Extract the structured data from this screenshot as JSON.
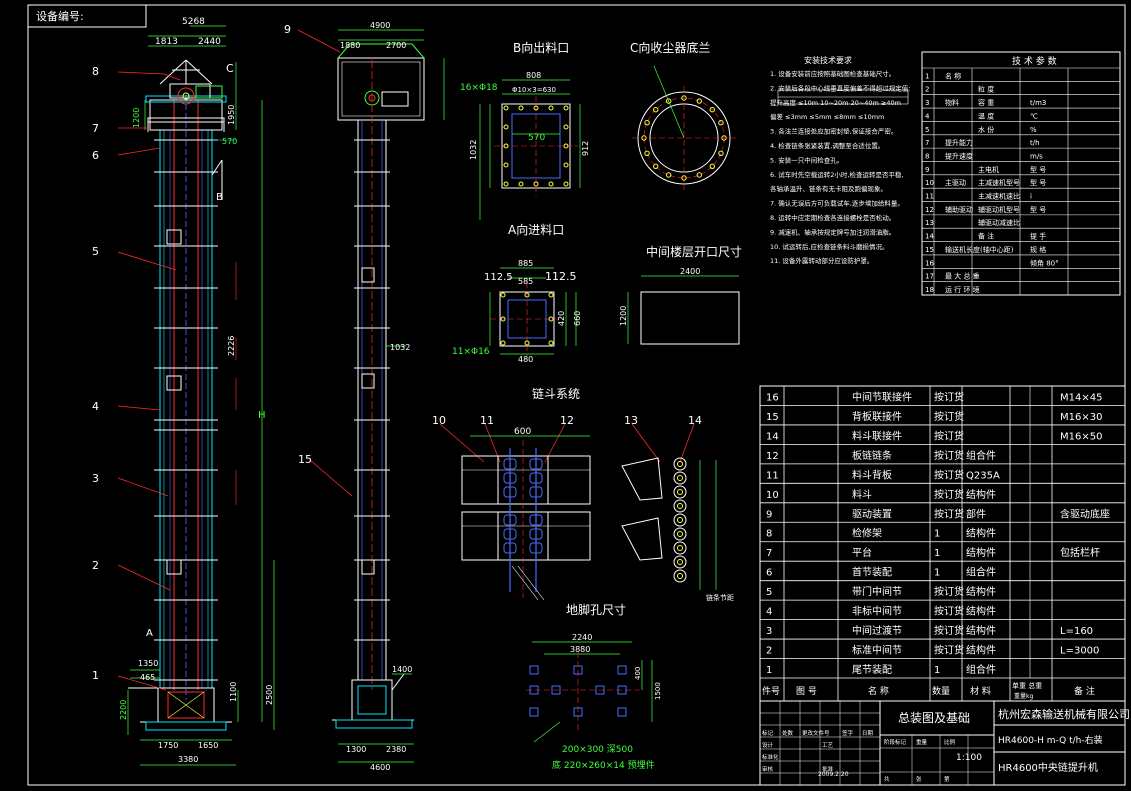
{
  "header": {
    "equipment_no_label": "设备编号:"
  },
  "views": {
    "b_outlet": "B向出料口",
    "c_flange": "C向收尘器底兰",
    "a_inlet": "A向进料口",
    "floor_opening": "中间楼层开口尺寸",
    "chain_bucket": "链斗系统",
    "anchor_holes": "地脚孔尺寸"
  },
  "part_markers": [
    "1",
    "2",
    "3",
    "4",
    "5",
    "6",
    "7",
    "8",
    "9",
    "10",
    "11",
    "12",
    "13",
    "14",
    "15"
  ],
  "view_letters": {
    "a": "A",
    "b": "B",
    "c": "C"
  },
  "dimensions": {
    "top_5268": "5268",
    "top_1813": "1813",
    "top_2440": "2440",
    "side_1200": "1200",
    "side_1950": "1950",
    "h_letter": "H",
    "n_570": "570",
    "n_1350": "1350",
    "n_465": "465",
    "n_2200": "2200",
    "n_1750": "1750",
    "n_1650": "1650",
    "n_3380": "3380",
    "n_2500": "2500",
    "n_1100": "1100",
    "r_4900": "4900",
    "r_1880": "1880",
    "r_2700": "2700",
    "r_1032": "1032",
    "r_1400": "1400",
    "r_1300": "1300",
    "r_2380": "2380",
    "r_4600": "4600",
    "r_2226": "2226",
    "b_16x18": "16×Φ18",
    "b_808": "808",
    "b_570": "570",
    "b_912": "912",
    "b_1032": "1032",
    "b_bolt": "Φ10×3=630",
    "a_885": "885",
    "a_585": "585",
    "a_112": "112.5",
    "a_11x16": "11×Φ16",
    "a_660": "660",
    "a_420": "420",
    "a_480": "480",
    "f_2400": "2400",
    "f_1200": "1200",
    "cb_600": "600",
    "ah_2240": "2240",
    "ah_3880": "3880",
    "ah_400": "400",
    "ah_1500": "1500",
    "ah_200": "200×300 深500",
    "ah_bolt": "底 220×260×14 预埋件",
    "s_pitch": "链条节距"
  },
  "notes": {
    "title": "安装技术要求",
    "lines": [
      "1. 设备安装前应按照基础图检查基础尺寸。",
      "2. 安装后各段中心线垂直度偏差不得超过规定值:",
      "   提升高度 ≤10m  10~20m  20~40m  ≥40m",
      "   偏差   ≤3mm  ≤5mm   ≤8mm   ≤10mm",
      "3. 各法兰连接处应加密封垫,保证接合严密。",
      "4. 检查链条张紧装置,调整至合适位置。",
      "5. 安装一只中间检查孔。",
      "6. 试车时先空载运转2小时,检查运转是否平稳,",
      "   各轴承温升、链条有无卡阻及跑偏现象。",
      "7. 确认无误后方可负载试车,逐步增加给料量。",
      "8. 运转中应定期检查各连接螺栓是否松动。",
      "9. 减速机、轴承按规定牌号加注润滑油脂。",
      "10. 试运转后,应检查链条料斗磨损情况。",
      "11. 设备外露转动部分应设防护罩。"
    ]
  },
  "tech_params": {
    "title": "技 术 参 数",
    "rows": [
      [
        "1",
        "名 称",
        "",
        ""
      ],
      [
        "2",
        "",
        "粒 度",
        ""
      ],
      [
        "3",
        "物料",
        "容 重",
        "t/m3"
      ],
      [
        "4",
        "",
        "温 度",
        "℃"
      ],
      [
        "5",
        "",
        "水 份",
        "%"
      ],
      [
        "7",
        "提升能力",
        "",
        "t/h"
      ],
      [
        "8",
        "提升速度",
        "",
        "m/s"
      ],
      [
        "9",
        "",
        "主电机",
        "型 号"
      ],
      [
        "10",
        "主驱动",
        "主减速机型号",
        "型 号"
      ],
      [
        "11",
        "",
        "主减速机速比",
        "i"
      ],
      [
        "12",
        "辅助驱动",
        "辅驱动机型号",
        "型 号"
      ],
      [
        "13",
        "",
        "辅驱动减速比",
        ""
      ],
      [
        "14",
        "",
        "备 注",
        "提 手"
      ],
      [
        "15",
        "输送机长度(轴中心距)",
        "",
        "规 格"
      ],
      [
        "16",
        "",
        "",
        "倾角 80°"
      ],
      [
        "17",
        "最 大 总 重",
        ""
      ],
      [
        "18",
        "运 行 环 境",
        ""
      ]
    ]
  },
  "bom": {
    "rows": [
      {
        "no": "16",
        "drawing": "",
        "name": "中间节联接件",
        "qty": "按订货",
        "material": "",
        "weight": "",
        "remark": "M14×45"
      },
      {
        "no": "15",
        "drawing": "",
        "name": "背板联接件",
        "qty": "按订货",
        "material": "",
        "weight": "",
        "remark": "M16×30"
      },
      {
        "no": "14",
        "drawing": "",
        "name": "料斗联接件",
        "qty": "按订货",
        "material": "",
        "weight": "",
        "remark": "M16×50"
      },
      {
        "no": "12",
        "drawing": "",
        "name": "板链链条",
        "qty": "按订货",
        "material": "组合件",
        "weight": "",
        "remark": ""
      },
      {
        "no": "11",
        "drawing": "",
        "name": "料斗背板",
        "qty": "按订货",
        "material": "Q235A",
        "weight": "",
        "remark": ""
      },
      {
        "no": "10",
        "drawing": "",
        "name": "料斗",
        "qty": "按订货",
        "material": "结构件",
        "weight": "",
        "remark": ""
      },
      {
        "no": "9",
        "drawing": "",
        "name": "驱动装置",
        "qty": "按订货",
        "material": "部件",
        "weight": "",
        "remark": "含驱动底座"
      },
      {
        "no": "8",
        "drawing": "",
        "name": "检修架",
        "qty": "1",
        "material": "结构件",
        "weight": "",
        "remark": ""
      },
      {
        "no": "7",
        "drawing": "",
        "name": "平台",
        "qty": "1",
        "material": "结构件",
        "weight": "",
        "remark": "包括栏杆"
      },
      {
        "no": "6",
        "drawing": "",
        "name": "首节装配",
        "qty": "1",
        "material": "组合件",
        "weight": "",
        "remark": ""
      },
      {
        "no": "5",
        "drawing": "",
        "name": "带门中间节",
        "qty": "按订货",
        "material": "结构件",
        "weight": "",
        "remark": ""
      },
      {
        "no": "4",
        "drawing": "",
        "name": "非标中间节",
        "qty": "按订货",
        "material": "结构件",
        "weight": "",
        "remark": ""
      },
      {
        "no": "3",
        "drawing": "",
        "name": "中间过渡节",
        "qty": "按订货",
        "material": "结构件",
        "weight": "",
        "remark": "L=160"
      },
      {
        "no": "2",
        "drawing": "",
        "name": "标准中间节",
        "qty": "按订货",
        "material": "结构件",
        "weight": "",
        "remark": "L=3000"
      },
      {
        "no": "1",
        "drawing": "",
        "name": "尾节装配",
        "qty": "1",
        "material": "组合件",
        "weight": "",
        "remark": ""
      }
    ],
    "header": {
      "no": "件号",
      "drawing": "图 号",
      "name": "名 称",
      "qty": "数量",
      "material": "材 料",
      "weight": "单重 总重",
      "weight_unit": "重量kg",
      "remark": "备 注"
    }
  },
  "title_block": {
    "drawing_title": "总装图及基础",
    "company": "杭州宏森输送机械有限公司",
    "model": "HR4600-H m-Q t/h-右装",
    "product": "HR4600中央链提升机",
    "scale": "1:100",
    "small_labels": [
      "标记",
      "处数",
      "更改文件号",
      "签字",
      "日期",
      "设计",
      "标准化",
      "审核",
      "工艺",
      "批准",
      "阶段标记",
      "重量",
      "比例",
      "共",
      "张",
      "第"
    ],
    "date": "2009.2.20"
  },
  "colors": {
    "cyan": "#00e5ff",
    "white": "#ffffff",
    "green": "#3cff3c",
    "red": "#ff2a2a",
    "yellow": "#ffff3c",
    "blue": "#4a6bff"
  }
}
